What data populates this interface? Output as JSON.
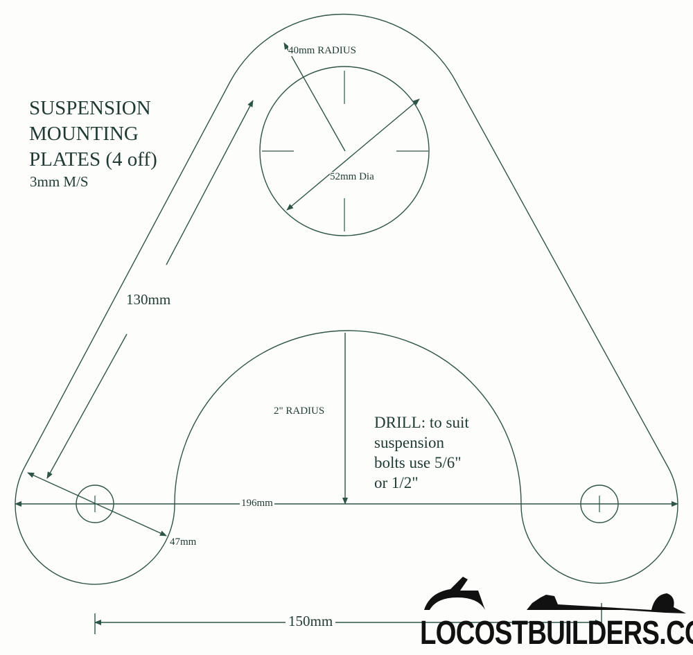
{
  "title": {
    "lines": [
      "SUSPENSION",
      "MOUNTING",
      "PLATES (4 off)"
    ],
    "material": "3mm M/S"
  },
  "dimensions": {
    "top_radius": "40mm RADIUS",
    "hole_diameter": "52mm Dia",
    "side_length": "130mm",
    "arch_radius": "2\" RADIUS",
    "overall_width": "196mm",
    "lobe_size": "47mm",
    "hole_spacing": "150mm"
  },
  "note": {
    "lines": [
      "DRILL: to suit",
      "suspension",
      "bolts use 5/6\"",
      "or 1/2\""
    ]
  },
  "logo": {
    "text": "LOCOSTBUILDERS.CO.UK"
  },
  "colors": {
    "line": "#2e5448",
    "text": "#1f3a33"
  }
}
